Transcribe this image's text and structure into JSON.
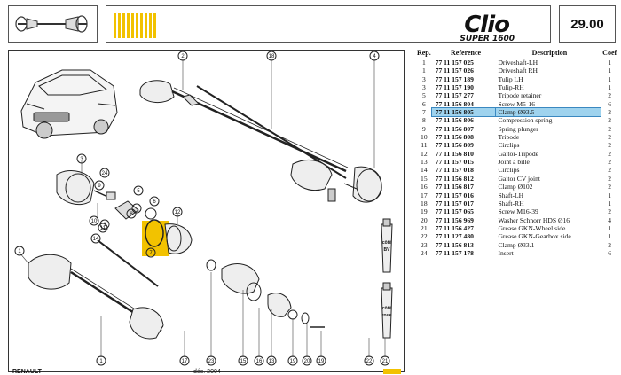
{
  "header": {
    "model": "Clio",
    "edition": "SUPER 1600",
    "page_number": "29.00",
    "brand_color": "#f2c200"
  },
  "table": {
    "headers": {
      "rep": "Rep.",
      "reference": "Reference",
      "description": "Description",
      "coef": "Coef"
    },
    "selected_rep": "7",
    "rows": [
      {
        "rep": "1",
        "ref": "77 11 157 025",
        "desc": "Driveshaft-LH",
        "coef": "1"
      },
      {
        "rep": "1",
        "ref": "77 11 157 026",
        "desc": "Driveshaft RH",
        "coef": "1"
      },
      {
        "rep": "3",
        "ref": "77 11 157 189",
        "desc": "Tulip LH",
        "coef": "1"
      },
      {
        "rep": "3",
        "ref": "77 11 157 190",
        "desc": "Tulip-RH",
        "coef": "1"
      },
      {
        "rep": "5",
        "ref": "77 11 157 277",
        "desc": "Tripode retainer",
        "coef": "2"
      },
      {
        "rep": "6",
        "ref": "77 11 156 804",
        "desc": "Screw M5-16",
        "coef": "6"
      },
      {
        "rep": "7",
        "ref": "77 11 156 805",
        "desc": "Clamp Ø93.5",
        "coef": "2"
      },
      {
        "rep": "8",
        "ref": "77 11 156 806",
        "desc": "Compression spring",
        "coef": "2"
      },
      {
        "rep": "9",
        "ref": "77 11 156 807",
        "desc": "Spring plunger",
        "coef": "2"
      },
      {
        "rep": "10",
        "ref": "77 11 156 808",
        "desc": "Tripode",
        "coef": "2"
      },
      {
        "rep": "11",
        "ref": "77 11 156 809",
        "desc": "Circlips",
        "coef": "2"
      },
      {
        "rep": "12",
        "ref": "77 11 156 810",
        "desc": "Gaitor-Tripode",
        "coef": "2"
      },
      {
        "rep": "13",
        "ref": "77 11 157 015",
        "desc": "Joint à bille",
        "coef": "2"
      },
      {
        "rep": "14",
        "ref": "77 11 157 018",
        "desc": "Circlips",
        "coef": "2"
      },
      {
        "rep": "15",
        "ref": "77 11 156 812",
        "desc": "Gaitor CV joint",
        "coef": "2"
      },
      {
        "rep": "16",
        "ref": "77 11 156 817",
        "desc": "Clamp Ø102",
        "coef": "2"
      },
      {
        "rep": "17",
        "ref": "77 11 157 016",
        "desc": "Shaft-LH",
        "coef": "1"
      },
      {
        "rep": "18",
        "ref": "77 11 157 017",
        "desc": "Shaft-RH",
        "coef": "1"
      },
      {
        "rep": "19",
        "ref": "77 11 157 065",
        "desc": "Screw M16-39",
        "coef": "2"
      },
      {
        "rep": "20",
        "ref": "77 11 156 969",
        "desc": "Washer Schnorr HDS Ø16",
        "coef": "4"
      },
      {
        "rep": "21",
        "ref": "77 11 156 427",
        "desc": "Grease GKN-Wheel side",
        "coef": "1"
      },
      {
        "rep": "22",
        "ref": "77 11 127 480",
        "desc": "Grease GKN-Gearbox side",
        "coef": "1"
      },
      {
        "rep": "23",
        "ref": "77 11 156 813",
        "desc": "Clamp Ø33.1",
        "coef": "2"
      },
      {
        "rep": "24",
        "ref": "77 11 157 178",
        "desc": "Insert",
        "coef": "6"
      }
    ]
  },
  "diagram": {
    "callouts": [
      "1",
      "2",
      "3",
      "4",
      "5",
      "6",
      "7",
      "8",
      "9",
      "10",
      "11",
      "12",
      "13",
      "14",
      "15",
      "16",
      "17",
      "18",
      "19",
      "20",
      "21",
      "22",
      "23",
      "24"
    ],
    "tube_bv": {
      "line1": "côté",
      "line2": "BV"
    },
    "tube_roue": {
      "line1": "côté",
      "line2": "roue"
    },
    "highlight_color": "#f2c200"
  },
  "footer": {
    "brand": "RENAULT",
    "date": "déc. 2004"
  }
}
